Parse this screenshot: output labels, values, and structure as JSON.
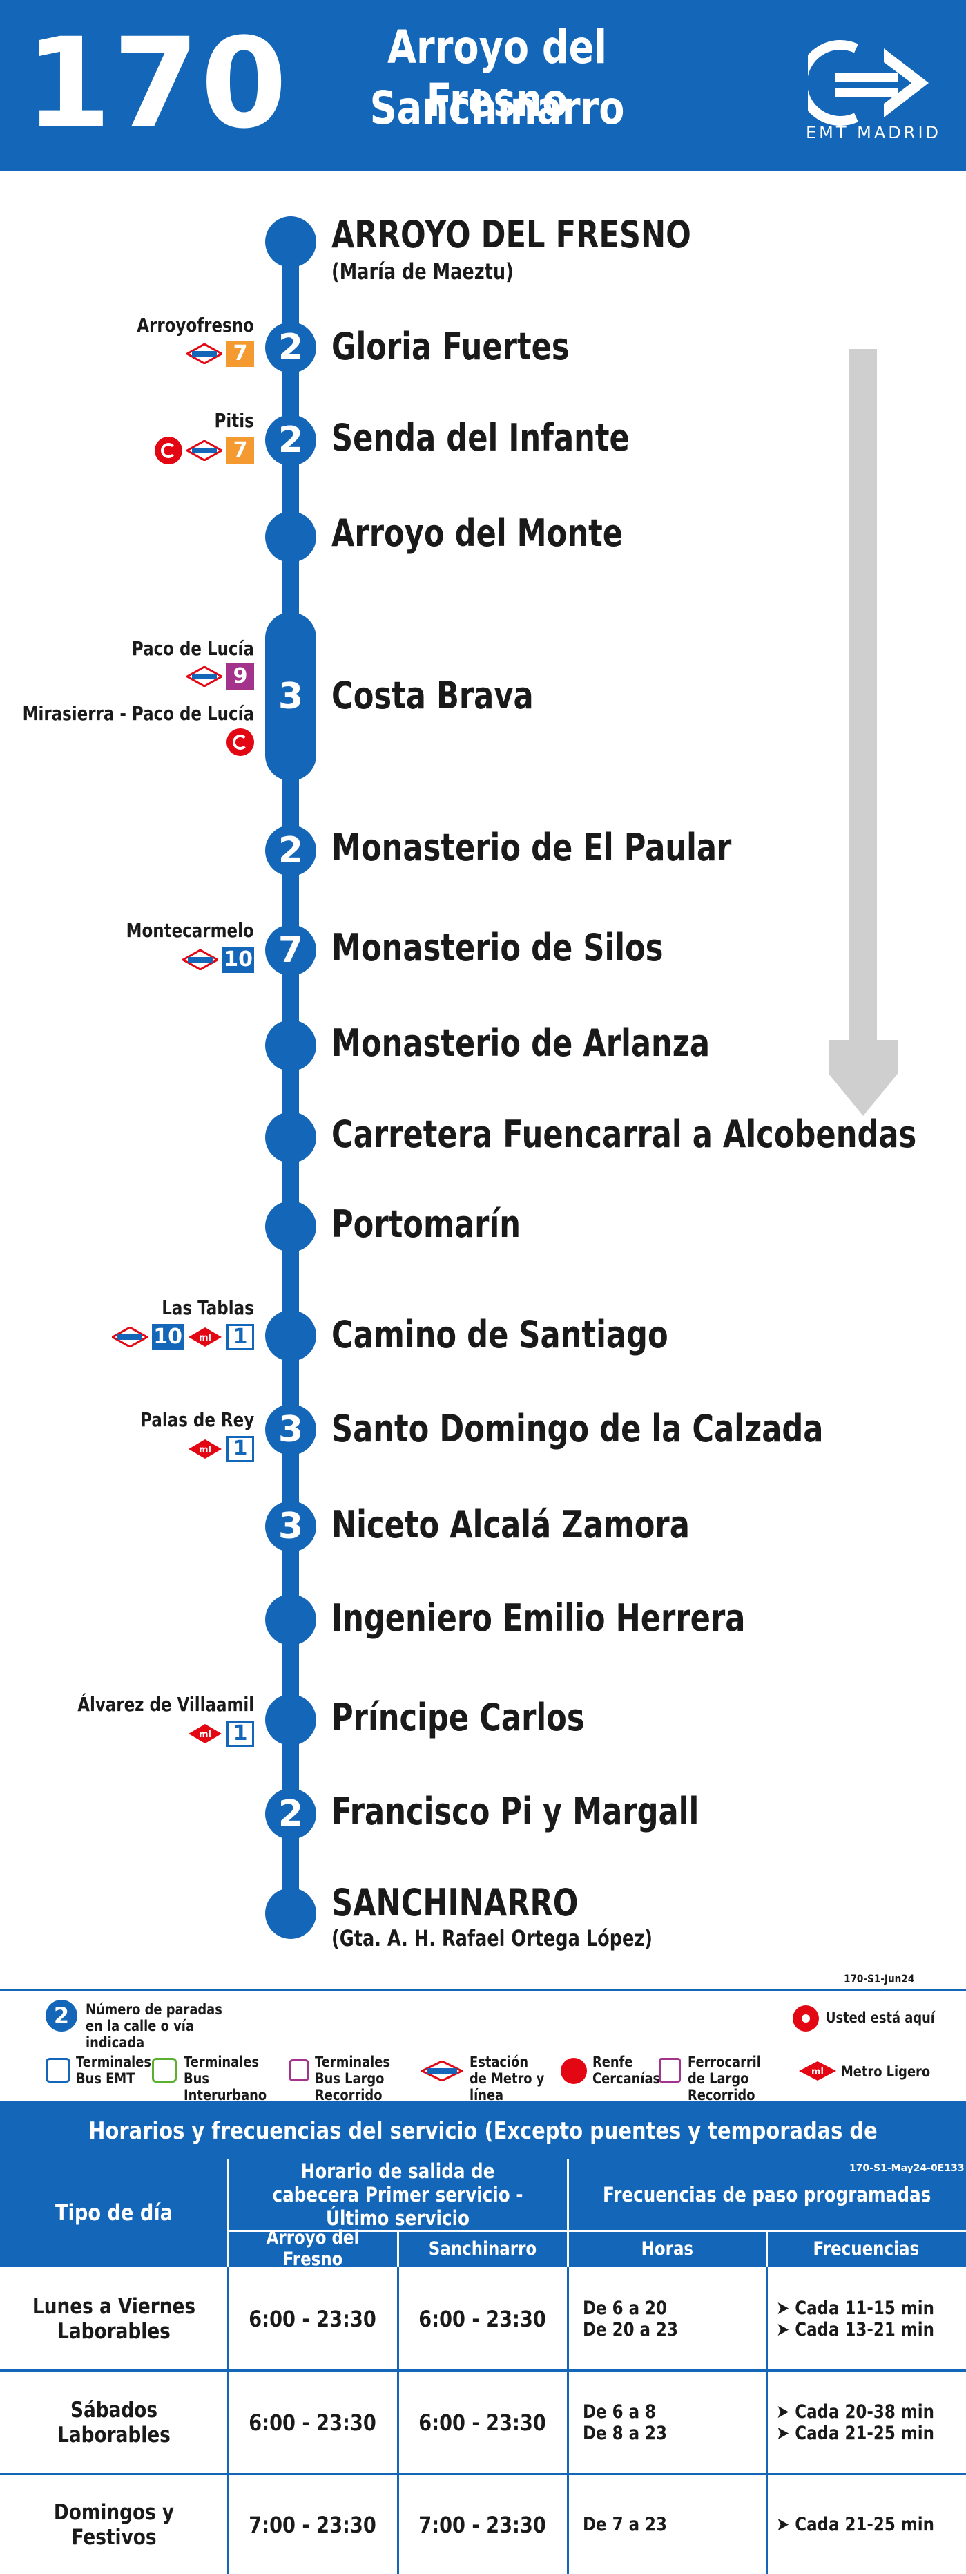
{
  "header": {
    "line_number": "170",
    "destination_1": "Arroyo del Fresno",
    "destination_2": "Sanchinarro",
    "operator": "EMT MADRID"
  },
  "stops": [
    {
      "name": "ARROYO DEL FRESNO",
      "sub": "(María de Maeztu)",
      "count": ""
    },
    {
      "name": "Gloria Fuertes",
      "count": "2",
      "connection": "Arroyofresno",
      "lines": [
        "7"
      ]
    },
    {
      "name": "Senda del Infante",
      "count": "2",
      "connection": "Pitis",
      "lines": [
        "7"
      ]
    },
    {
      "name": "Arroyo del Monte",
      "count": ""
    },
    {
      "name": "Costa Brava",
      "count": "3",
      "connection": "Paco de Lucía",
      "lines": [
        "9"
      ],
      "connection_2": "Mirasierra - Paco de Lucía"
    },
    {
      "name": "Monasterio de El Paular",
      "count": "2"
    },
    {
      "name": "Monasterio de Silos",
      "count": "7",
      "connection": "Montecarmelo",
      "lines": [
        "10"
      ]
    },
    {
      "name": "Monasterio de Arlanza",
      "count": ""
    },
    {
      "name": "Carretera Fuencarral a Alcobendas",
      "count": ""
    },
    {
      "name": "Portomarín",
      "count": ""
    },
    {
      "name": "Camino de Santiago",
      "count": "",
      "connection": "Las Tablas",
      "lines": [
        "10",
        "1"
      ]
    },
    {
      "name": "Santo Domingo de la Calzada",
      "count": "3",
      "connection": "Palas de Rey",
      "lines": [
        "1"
      ]
    },
    {
      "name": "Niceto Alcalá Zamora",
      "count": "3"
    },
    {
      "name": "Ingeniero Emilio Herrera",
      "count": ""
    },
    {
      "name": "Príncipe Carlos",
      "count": "",
      "connection": "Álvarez de Villaamil",
      "lines": [
        "1"
      ]
    },
    {
      "name": "Francisco Pi y Margall",
      "count": "2"
    },
    {
      "name": "SANCHINARRO",
      "sub": "(Gta. A. H. Rafael Ortega López)",
      "count": ""
    }
  ],
  "colors": {
    "brand_blue": "#1466b8",
    "metro_7": "#f59a30",
    "metro_9": "#a3338b",
    "metro_10": "#1466b8",
    "renfe": "#e30613"
  },
  "map_code": "170-S1-Jun24",
  "legend": {
    "stops_count": "Número de paradas en la calle o vía indicada",
    "you_are_here": "Usted está aquí",
    "bus_emt": "Terminales Bus EMT",
    "bus_interurbano": "Terminales Bus Interurbano",
    "bus_largo": "Terminales Bus Largo Recorrido",
    "metro": "Estación de Metro y línea",
    "renfe": "Renfe Cercanías",
    "ferrocarril": "Ferrocarril de Largo Recorrido",
    "metro_ligero": "Metro Ligero"
  },
  "timetable": {
    "title": "Horarios y frecuencias del servicio (Excepto puentes y temporadas de Semana Santa y Verano)",
    "code": "170-S1-May24-0E133",
    "col_day": "Tipo de día",
    "col_schedule": "Horario de salida de cabecera Primer servicio - Último servicio",
    "col_freq": "Frecuencias de paso programadas",
    "col_from_a": "Arroyo del Fresno",
    "col_from_b": "Sanchinarro",
    "col_hours": "Horas",
    "col_frequencies": "Frecuencias",
    "rows": [
      {
        "day": "Lunes a Viernes Laborables",
        "a": "6:00 - 23:30",
        "b": "6:00 - 23:30",
        "hours": [
          "De 6 a 20",
          "De 20 a 23"
        ],
        "freqs": [
          "Cada 11-15 min",
          "Cada 13-21 min"
        ]
      },
      {
        "day": "Sábados Laborables",
        "a": "6:00 - 23:30",
        "b": "6:00 - 23:30",
        "hours": [
          "De 6 a 8",
          "De 8 a 23"
        ],
        "freqs": [
          "Cada 20-38 min",
          "Cada 21-25 min"
        ]
      },
      {
        "day": "Domingos y Festivos",
        "a": "7:00 - 23:30",
        "b": "7:00 - 23:30",
        "hours": [
          "De 7 a 23"
        ],
        "freqs": [
          "Cada 21-25 min"
        ]
      }
    ]
  }
}
